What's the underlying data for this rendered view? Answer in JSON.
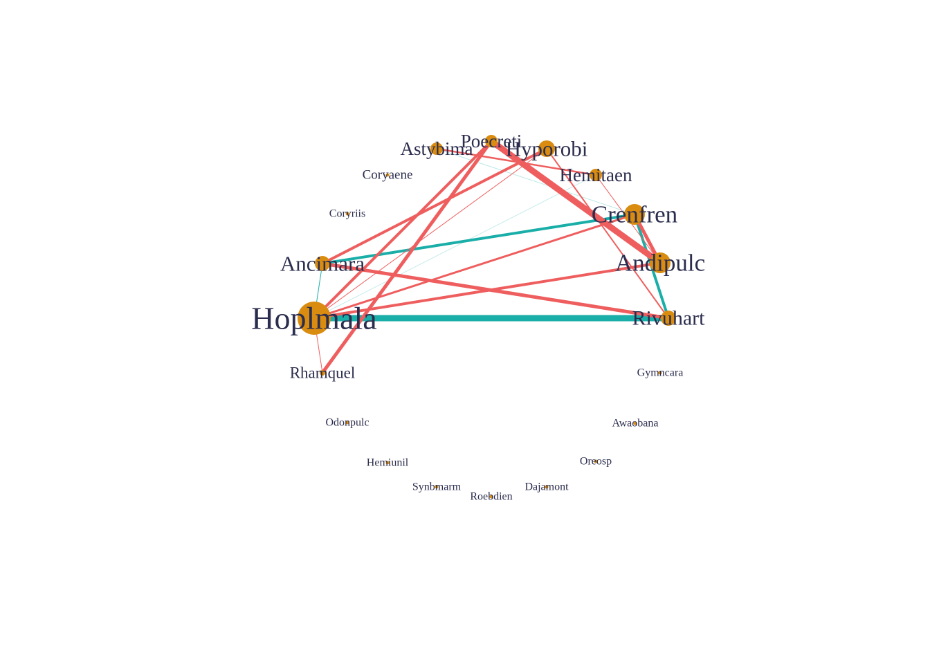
{
  "colors": {
    "node_fill": "#d98c10",
    "label": "#2b2d4e",
    "edge_positive": "#ef5e5e",
    "edge_negative": "#1aaea8",
    "background": "#ffffff"
  },
  "nodes": [
    {
      "id": "Hoplmala",
      "label": "Hoplmala"
    },
    {
      "id": "Ancimara",
      "label": "Ancimara"
    },
    {
      "id": "Rhamquel",
      "label": "Rhamquel"
    },
    {
      "id": "Coryriis",
      "label": "Coryriis"
    },
    {
      "id": "Coryaene",
      "label": "Coryaene"
    },
    {
      "id": "Astybima",
      "label": "Astybima"
    },
    {
      "id": "Poecreti",
      "label": "Poecreti"
    },
    {
      "id": "Hyporobi",
      "label": "Hyporobi"
    },
    {
      "id": "Hemitaen",
      "label": "Hemitaen"
    },
    {
      "id": "Crenfren",
      "label": "Crenfren"
    },
    {
      "id": "Andipulc",
      "label": "Andipulc"
    },
    {
      "id": "Rivuhart",
      "label": "Rivuhart"
    },
    {
      "id": "Gymncara",
      "label": "Gymncara"
    },
    {
      "id": "Awaobana",
      "label": "Awaobana"
    },
    {
      "id": "Oreosp",
      "label": "Oreosp"
    },
    {
      "id": "Dajamont",
      "label": "Dajamont"
    },
    {
      "id": "Roebdien",
      "label": "Roebdien"
    },
    {
      "id": "Synbmarm",
      "label": "Synbmarm"
    },
    {
      "id": "Hemiunil",
      "label": "Hemiunil"
    },
    {
      "id": "Odonpulc",
      "label": "Odonpulc"
    }
  ],
  "edges": [
    {
      "source": "Hoplmala",
      "target": "Rivuhart",
      "sign": "negative"
    },
    {
      "source": "Ancimara",
      "target": "Crenfren",
      "sign": "negative"
    },
    {
      "source": "Crenfren",
      "target": "Rivuhart",
      "sign": "negative"
    },
    {
      "source": "Hoplmala",
      "target": "Ancimara",
      "sign": "negative"
    },
    {
      "source": "Hoplmala",
      "target": "Hemitaen",
      "sign": "negative"
    },
    {
      "source": "Astybima",
      "target": "Crenfren",
      "sign": "negative"
    },
    {
      "source": "Poecreti",
      "target": "Andipulc",
      "sign": "positive"
    },
    {
      "source": "Crenfren",
      "target": "Andipulc",
      "sign": "positive"
    },
    {
      "source": "Ancimara",
      "target": "Hyporobi",
      "sign": "positive"
    },
    {
      "source": "Ancimara",
      "target": "Rivuhart",
      "sign": "positive"
    },
    {
      "source": "Hoplmala",
      "target": "Poecreti",
      "sign": "positive"
    },
    {
      "source": "Rhamquel",
      "target": "Poecreti",
      "sign": "positive"
    },
    {
      "source": "Hoplmala",
      "target": "Andipulc",
      "sign": "positive"
    },
    {
      "source": "Hoplmala",
      "target": "Crenfren",
      "sign": "positive"
    },
    {
      "source": "Hoplmala",
      "target": "Hyporobi",
      "sign": "positive"
    },
    {
      "source": "Hoplmala",
      "target": "Rhamquel",
      "sign": "positive"
    },
    {
      "source": "Astybima",
      "target": "Hemitaen",
      "sign": "positive"
    },
    {
      "source": "Hyporobi",
      "target": "Rivuhart",
      "sign": "positive"
    },
    {
      "source": "Hemitaen",
      "target": "Andipulc",
      "sign": "positive"
    }
  ]
}
